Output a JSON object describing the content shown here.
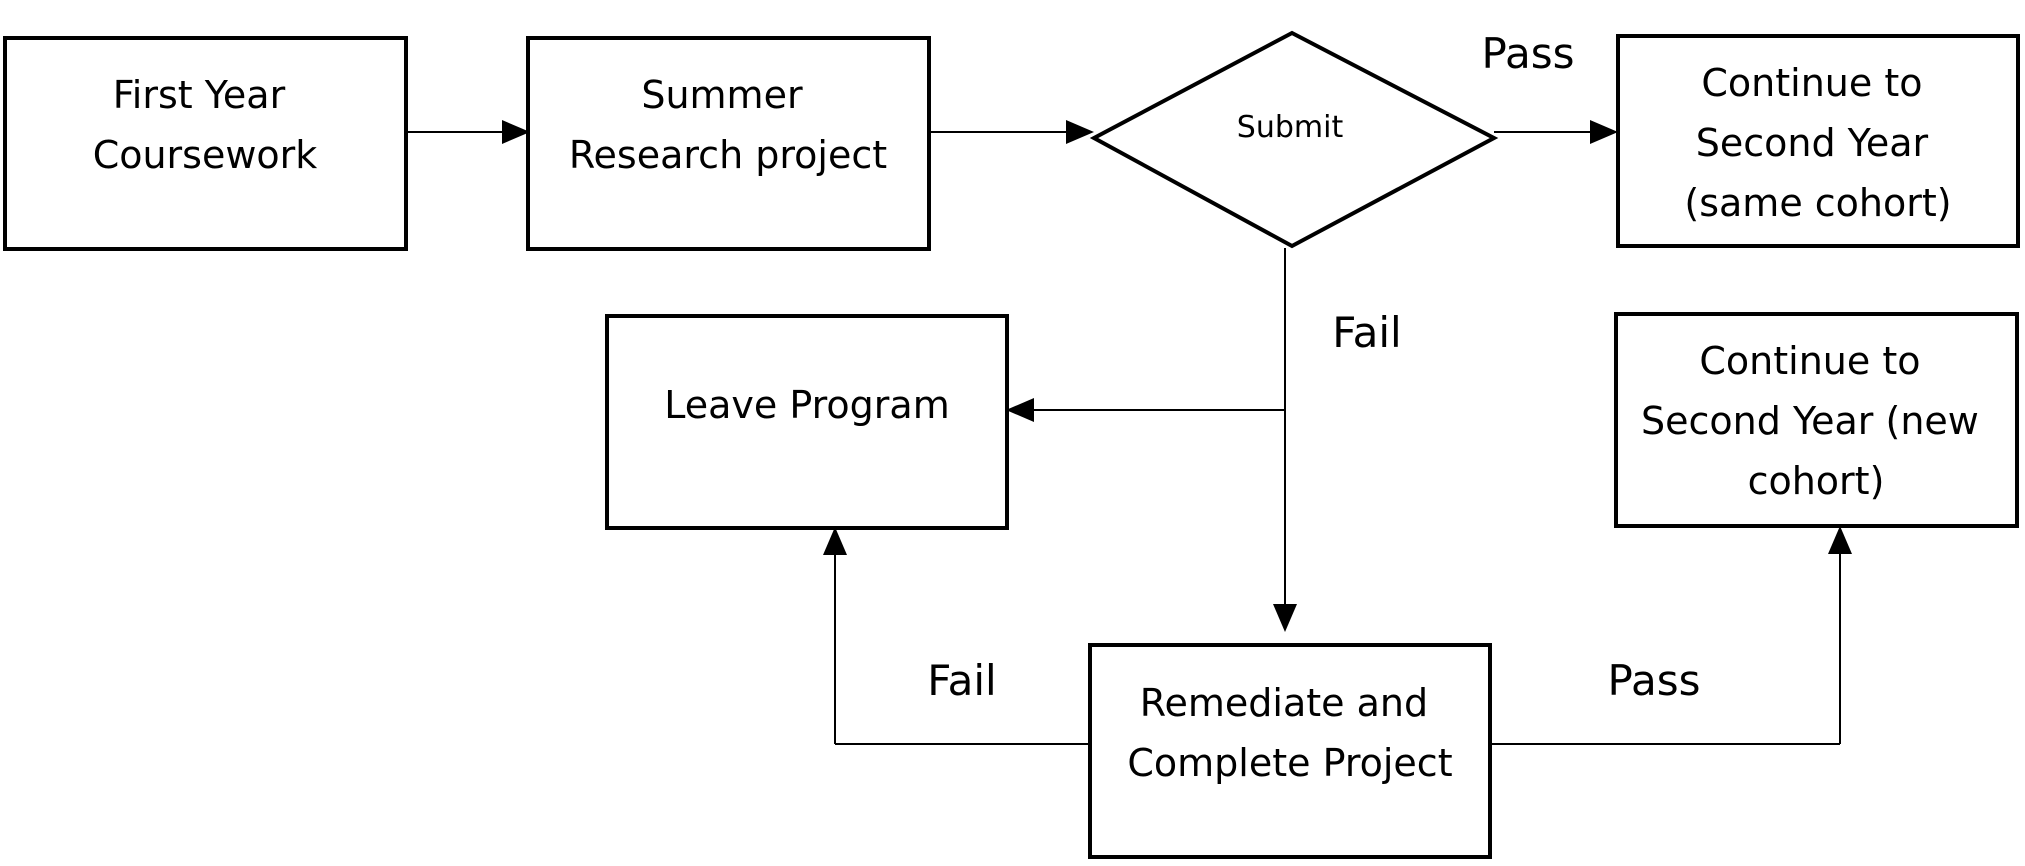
{
  "nodes": {
    "first_year": {
      "shape": "rectangle",
      "lines": [
        "First Year",
        "Coursework"
      ]
    },
    "summer_research": {
      "shape": "rectangle",
      "lines": [
        "Summer",
        "Research project"
      ]
    },
    "submit": {
      "shape": "diamond",
      "lines": [
        "Submit"
      ]
    },
    "continue_same": {
      "shape": "rectangle",
      "lines": [
        "Continue to",
        "Second Year",
        "(same cohort)"
      ]
    },
    "leave_program": {
      "shape": "rectangle",
      "lines": [
        "Leave Program"
      ]
    },
    "continue_new": {
      "shape": "rectangle",
      "lines": [
        "Continue to",
        "Second Year (new",
        "cohort)"
      ]
    },
    "remediate": {
      "shape": "rectangle",
      "lines": [
        "Remediate and",
        "Complete Project"
      ]
    }
  },
  "edges": {
    "first_to_summer": {
      "from": "first_year",
      "to": "summer_research",
      "label": ""
    },
    "summer_to_submit": {
      "from": "summer_research",
      "to": "submit",
      "label": ""
    },
    "submit_pass": {
      "from": "submit",
      "to": "continue_same",
      "label": "Pass"
    },
    "submit_fail": {
      "from": "submit",
      "to": "remediate",
      "label": "Fail"
    },
    "submit_fail_leave": {
      "from": "submit",
      "to": "leave_program",
      "label": ""
    },
    "remediate_fail": {
      "from": "remediate",
      "to": "leave_program",
      "label": "Fail"
    },
    "remediate_pass": {
      "from": "remediate",
      "to": "continue_new",
      "label": "Pass"
    }
  },
  "colors": {
    "stroke": "#000000",
    "fill": "#ffffff",
    "text": "#000000"
  }
}
